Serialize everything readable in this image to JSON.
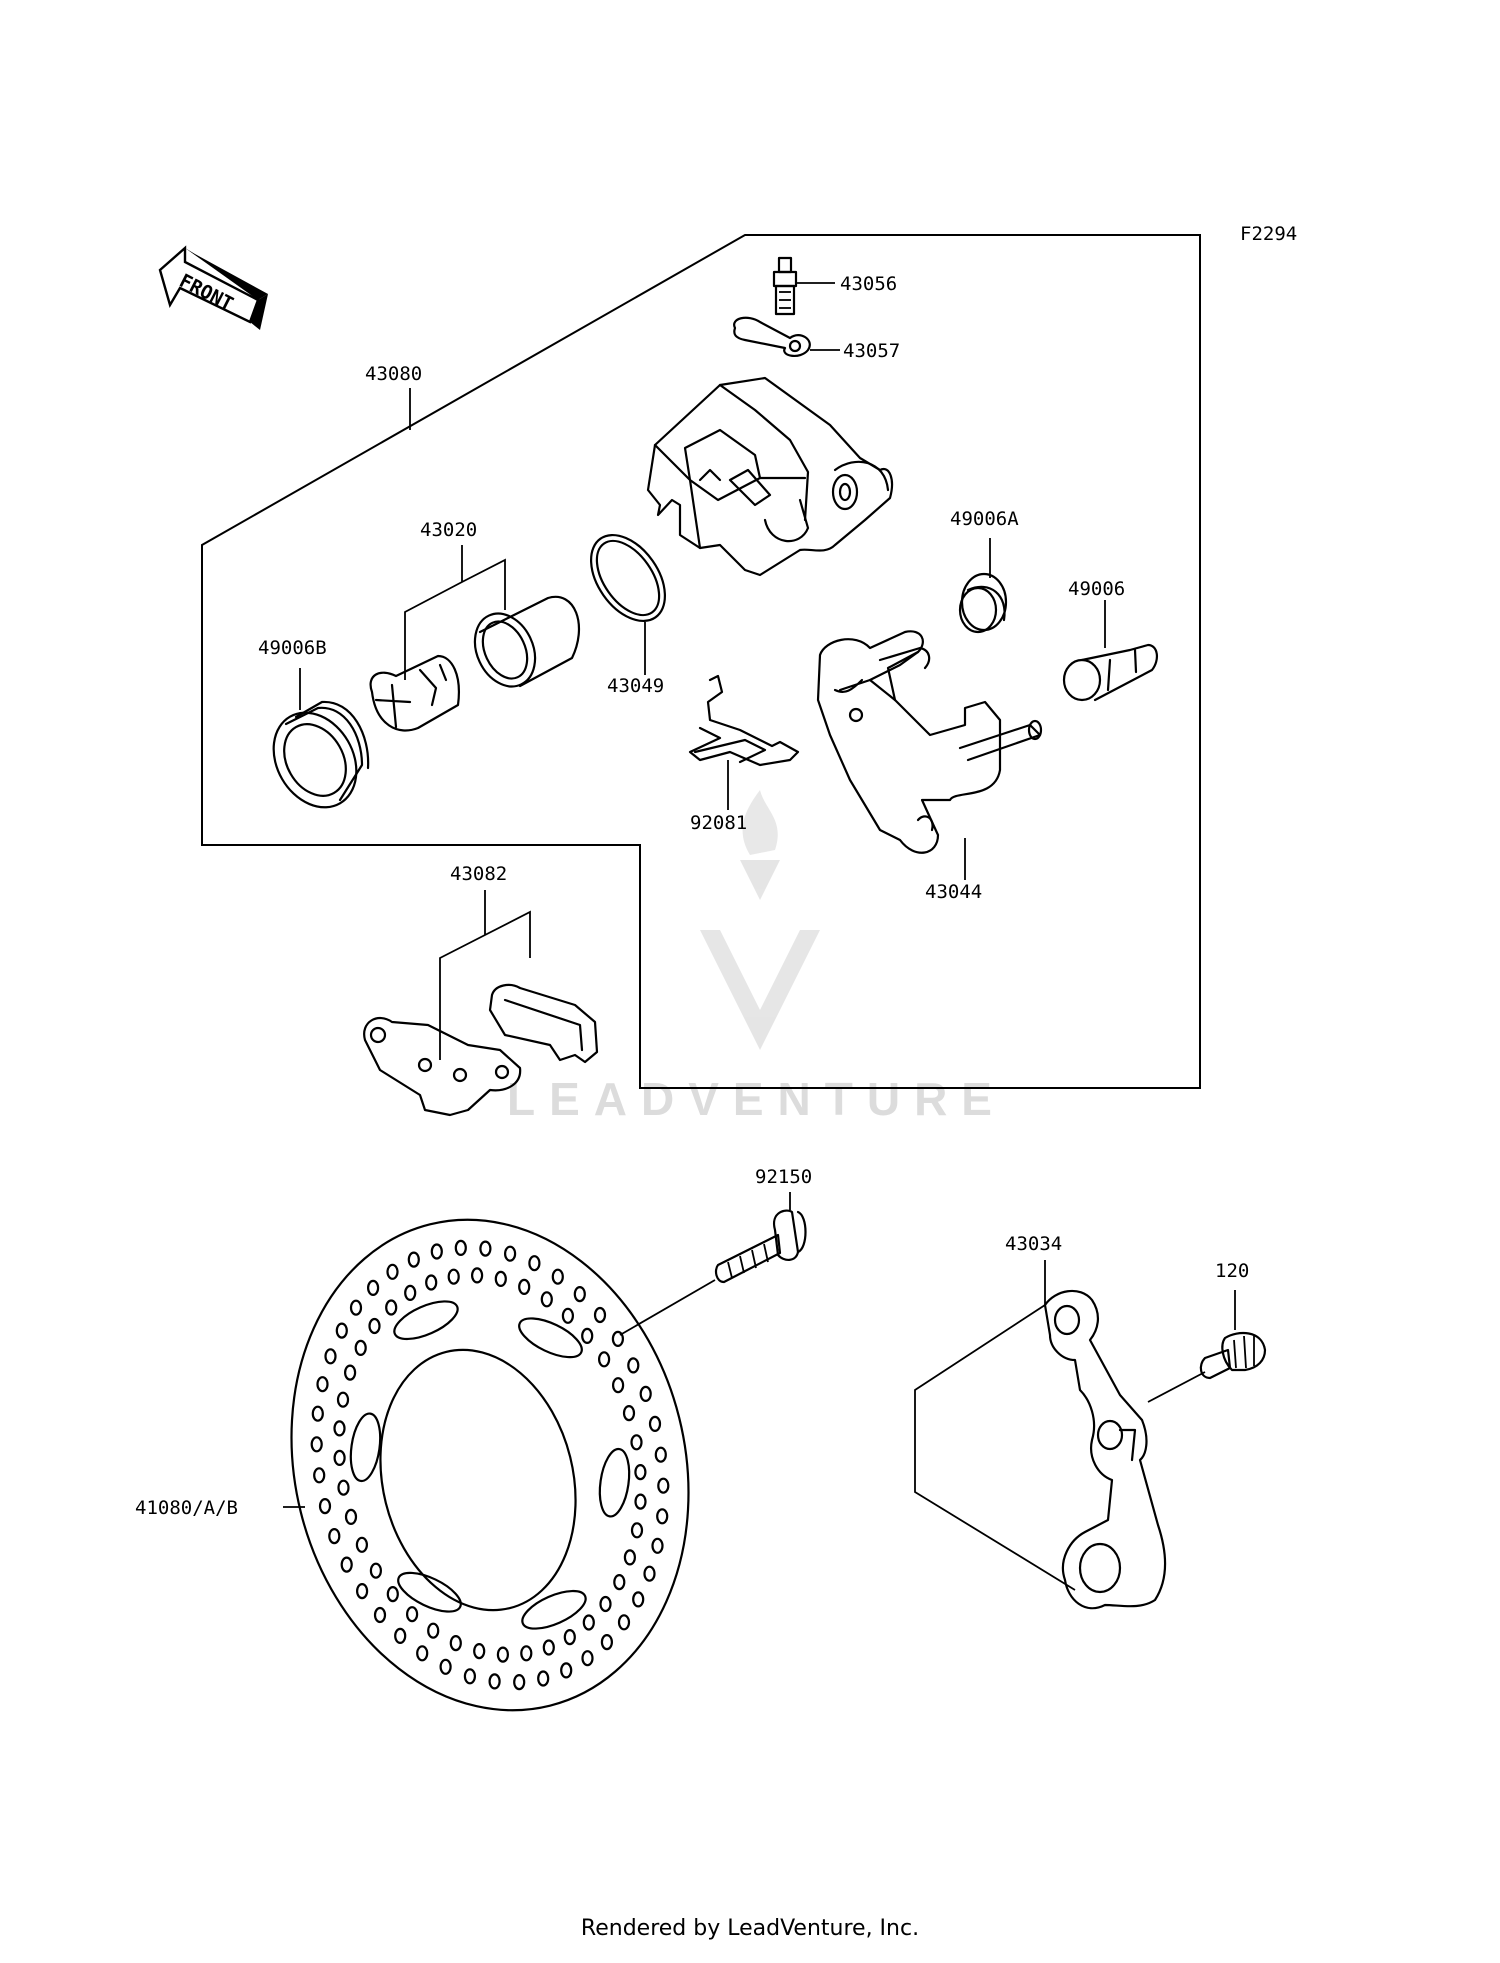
{
  "diagram": {
    "code": "F2294",
    "front_arrow_label": "FRONT",
    "footer": "Rendered by LeadVenture, Inc.",
    "watermark": "LEADVENTURE",
    "labels": {
      "p43056": "43056",
      "p43057": "43057",
      "p43080": "43080",
      "p43020": "43020",
      "p49006A": "49006A",
      "p49006": "49006",
      "p49006B": "49006B",
      "p43049": "43049",
      "p92081": "92081",
      "p43044": "43044",
      "p43082": "43082",
      "p92150": "92150",
      "p43034": "43034",
      "p120": "120",
      "p41080": "41080/A/B"
    }
  }
}
